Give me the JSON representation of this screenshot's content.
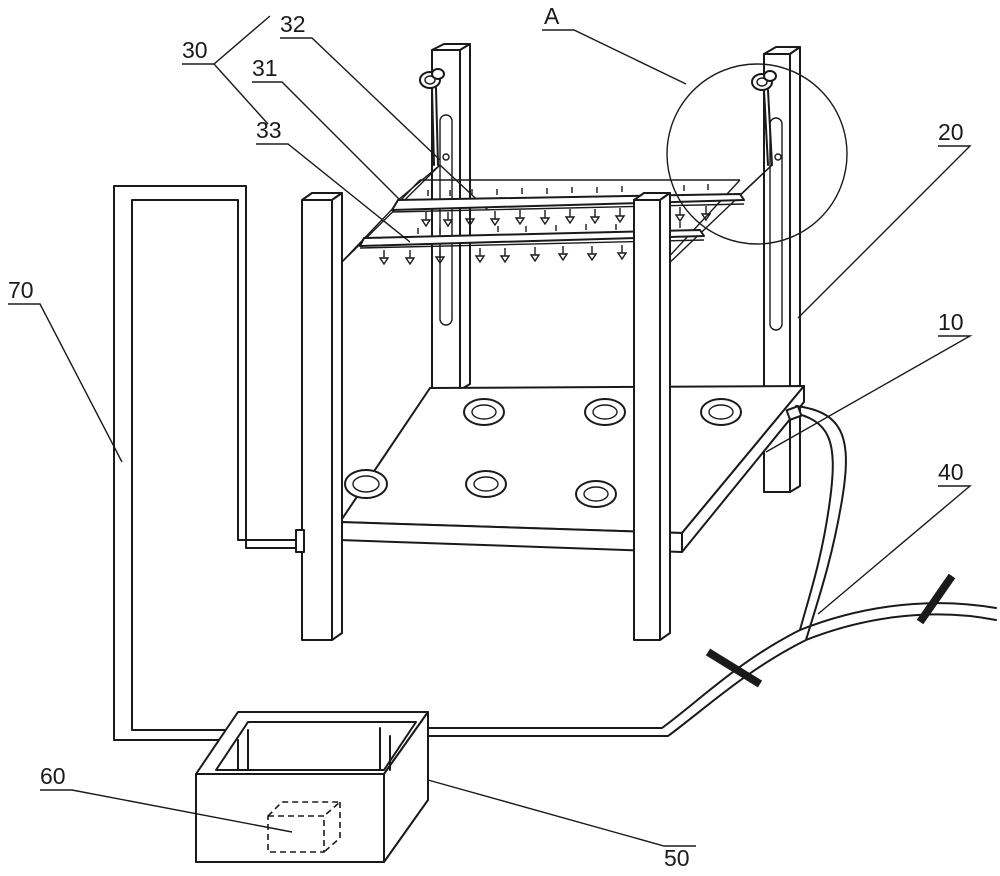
{
  "labels": {
    "l30": "30",
    "l32": "32",
    "l31": "31",
    "l33": "33",
    "lA": "A",
    "l20": "20",
    "l70": "70",
    "l10": "10",
    "l40": "40",
    "l60": "60",
    "l50": "50"
  }
}
